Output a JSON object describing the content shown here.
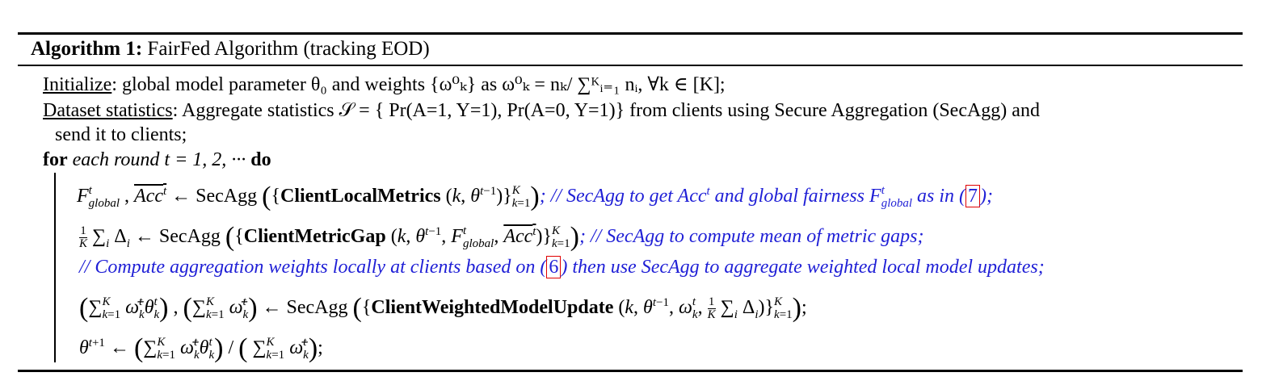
{
  "algorithm": {
    "label": "Algorithm 1:",
    "title": "FairFed Algorithm (tracking EOD)"
  },
  "init": {
    "keyword": "Initialize",
    "text": ": global model parameter θ₀ and weights {ω⁰ₖ} as ω⁰ₖ = nₖ/ ∑ᴷᵢ₌₁ nᵢ, ∀k ∈ [K];"
  },
  "stats": {
    "keyword": "Dataset statistics",
    "text": ": Aggregate statistics 𝒮 = { Pr(A=1, Y=1), Pr(A=0, Y=1)} from clients using Secure Aggregation (SecAgg) and",
    "cont": "send it to clients;"
  },
  "loop": {
    "for": "for",
    "cond": "each round",
    "range": "t = 1, 2, ··· ",
    "do": "do"
  },
  "steps": {
    "s1_lhs": "F",
    "s1_fn": "ClientLocalMetrics",
    "s1_comment": "; // SecAgg to get Acc",
    "s1_comment2": " and global fairness F",
    "s1_comment3": " as in (",
    "s1_ref": "7",
    "s1_end": ");",
    "s2_fn": "ClientMetricGap",
    "s2_comment": "; // SecAgg to compute mean of metric gaps;",
    "s3_comment": "// Compute aggregation weights locally at clients based on (",
    "s3_ref": "6",
    "s3_comment2": ") then use SecAgg to aggregate weighted local model updates;",
    "s4_fn": "ClientWeightedModelUpdate",
    "secagg": "SecAgg"
  }
}
